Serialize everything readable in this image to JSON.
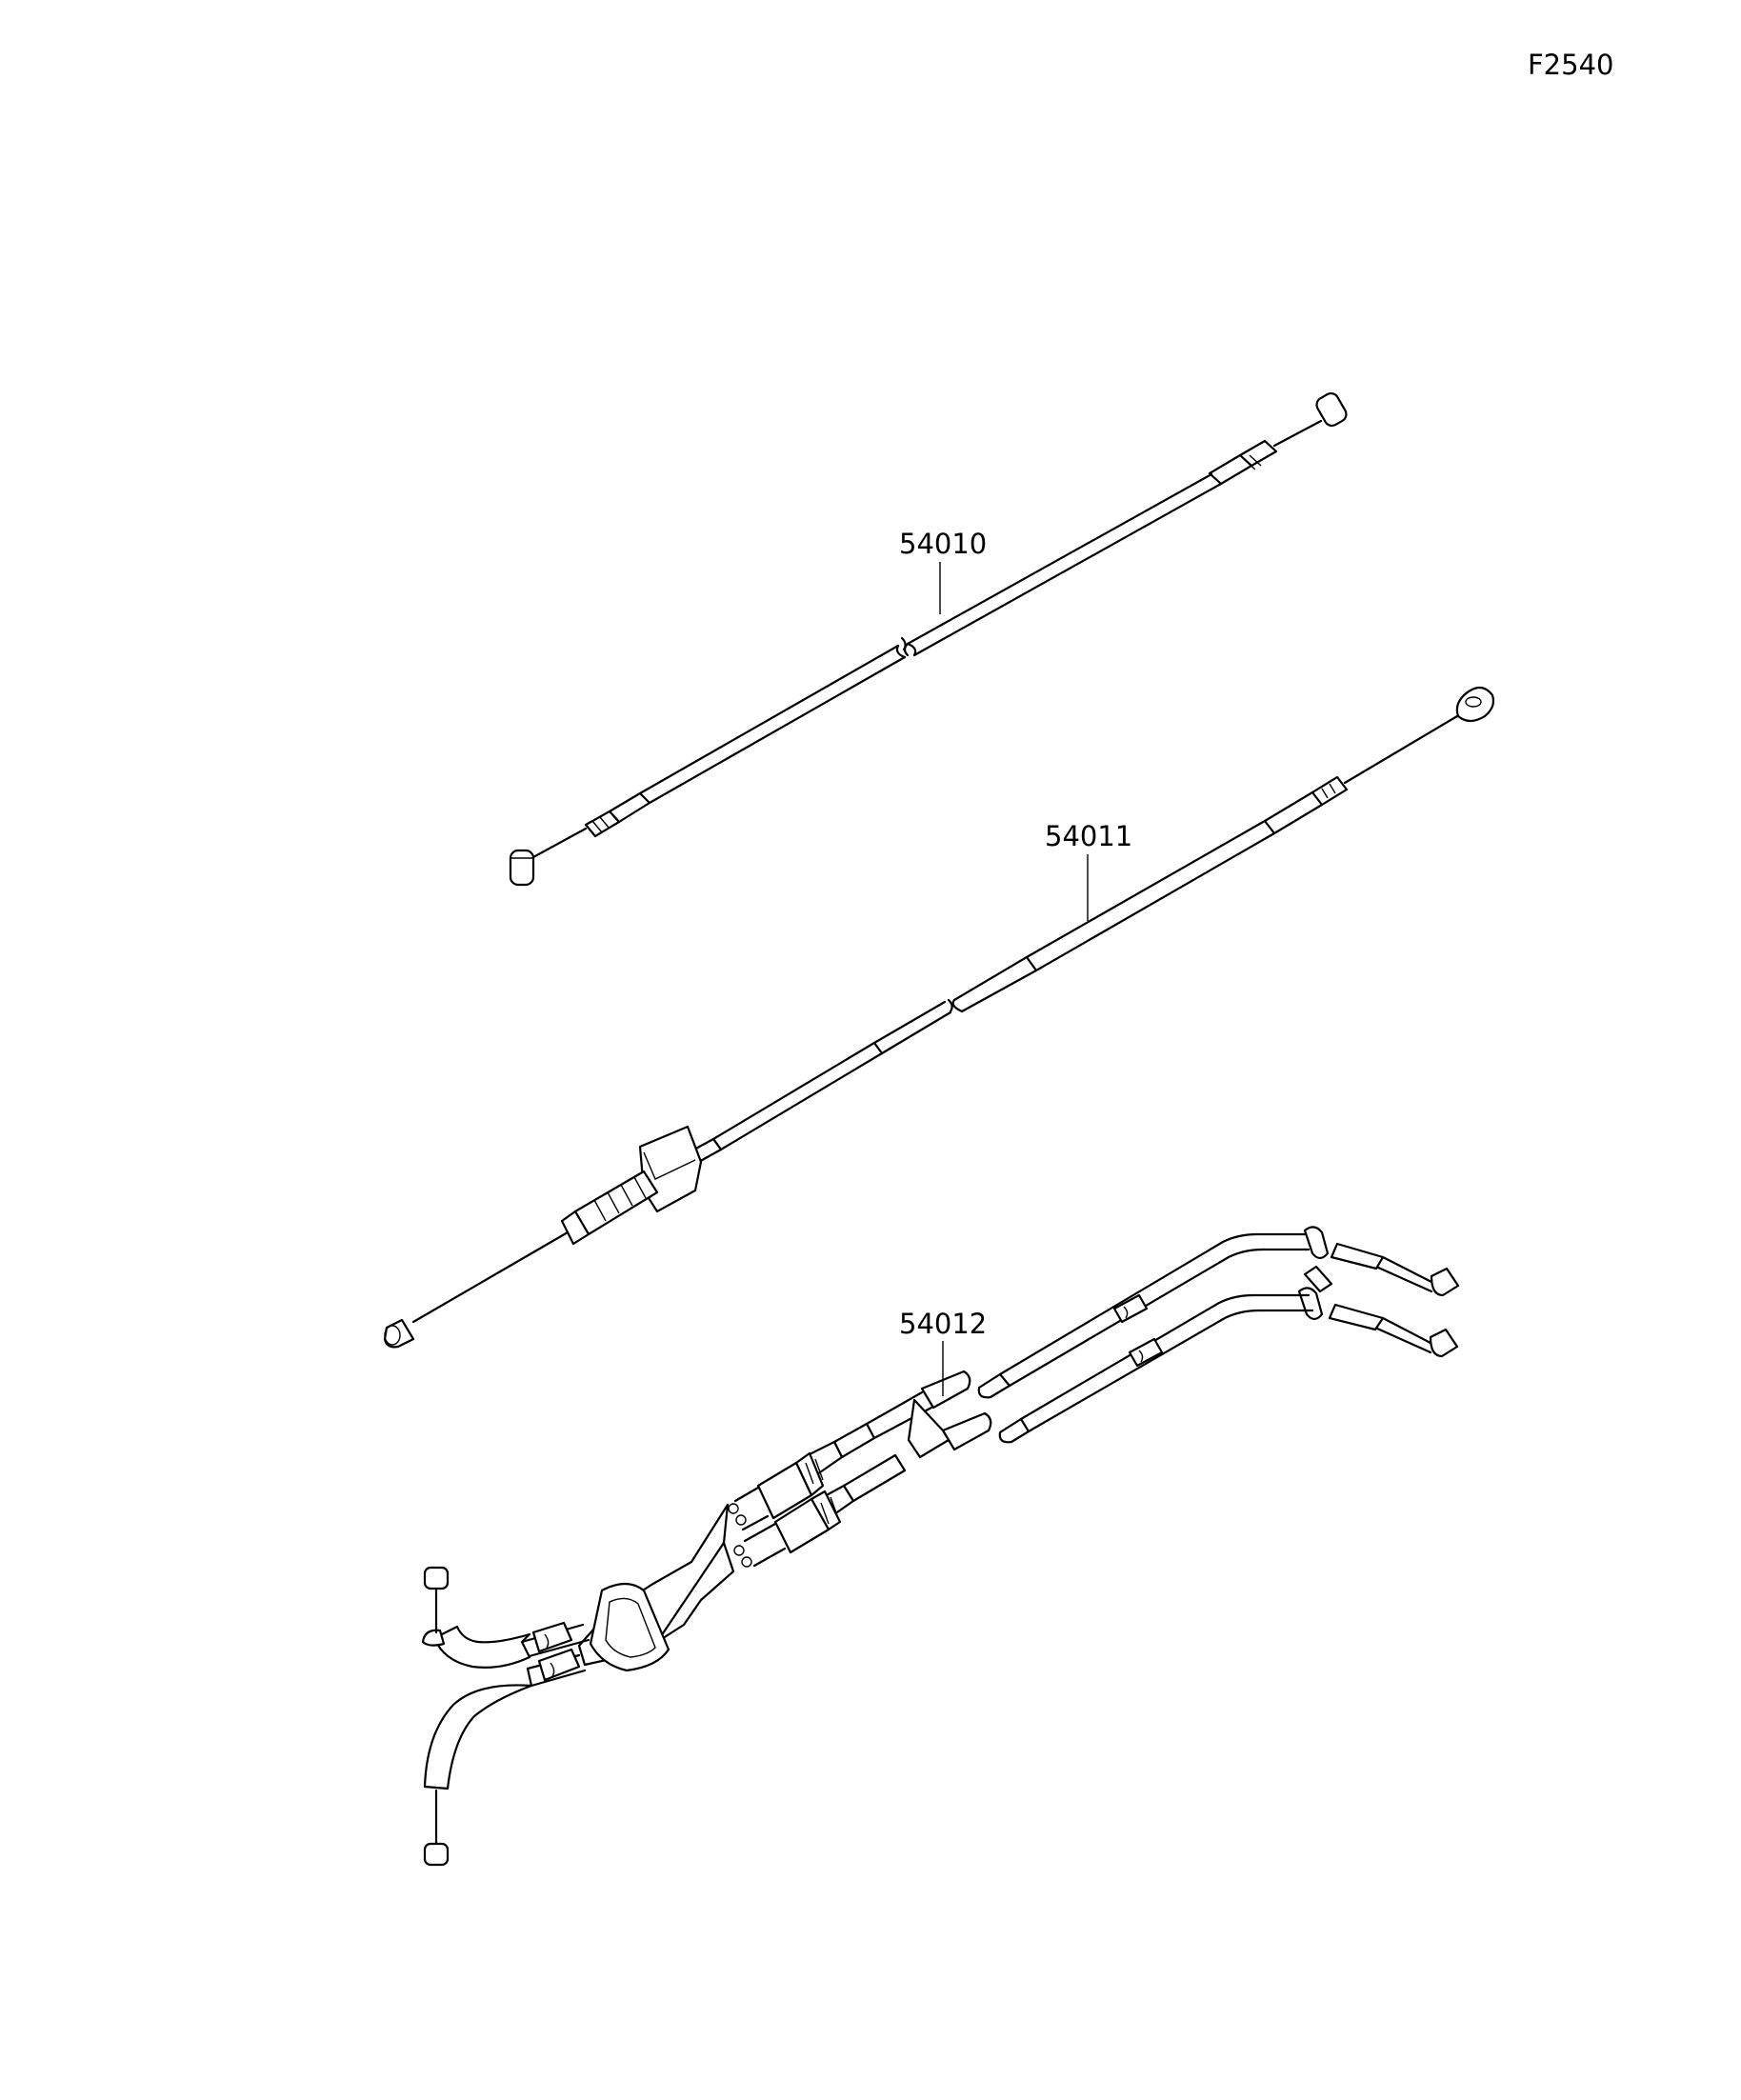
{
  "figure_code": "F2540",
  "parts": [
    {
      "part_number": "54010"
    },
    {
      "part_number": "54011"
    },
    {
      "part_number": "54012"
    }
  ]
}
